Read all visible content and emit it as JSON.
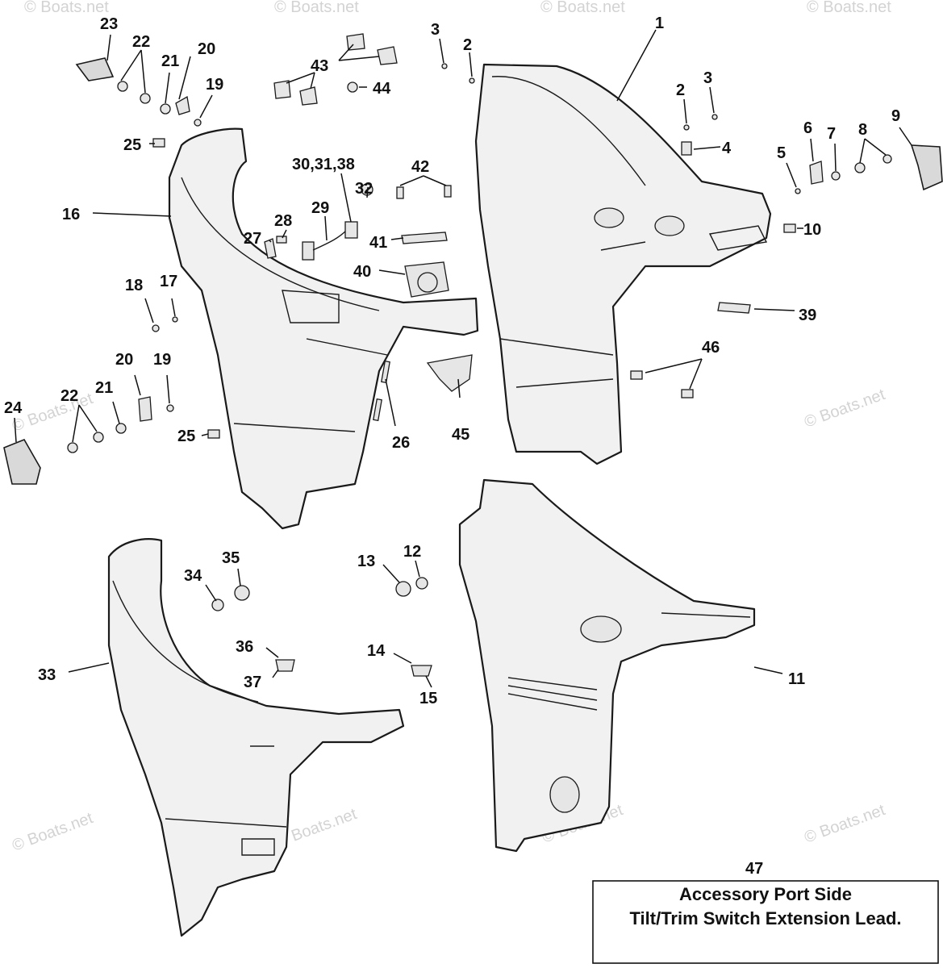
{
  "watermark": {
    "text": "© Boats.net"
  },
  "callouts": [
    {
      "id": "c1",
      "label": "1"
    },
    {
      "id": "c2a",
      "label": "2"
    },
    {
      "id": "c2b",
      "label": "2"
    },
    {
      "id": "c3a",
      "label": "3"
    },
    {
      "id": "c3b",
      "label": "3"
    },
    {
      "id": "c4",
      "label": "4"
    },
    {
      "id": "c5",
      "label": "5"
    },
    {
      "id": "c6",
      "label": "6"
    },
    {
      "id": "c7",
      "label": "7"
    },
    {
      "id": "c8",
      "label": "8"
    },
    {
      "id": "c9",
      "label": "9"
    },
    {
      "id": "c10",
      "label": "10"
    },
    {
      "id": "c11",
      "label": "11"
    },
    {
      "id": "c12",
      "label": "12"
    },
    {
      "id": "c13",
      "label": "13"
    },
    {
      "id": "c14",
      "label": "14"
    },
    {
      "id": "c15",
      "label": "15"
    },
    {
      "id": "c16",
      "label": "16"
    },
    {
      "id": "c17",
      "label": "17"
    },
    {
      "id": "c18",
      "label": "18"
    },
    {
      "id": "c19a",
      "label": "19"
    },
    {
      "id": "c19b",
      "label": "19"
    },
    {
      "id": "c20a",
      "label": "20"
    },
    {
      "id": "c20b",
      "label": "20"
    },
    {
      "id": "c21a",
      "label": "21"
    },
    {
      "id": "c21b",
      "label": "21"
    },
    {
      "id": "c22a",
      "label": "22"
    },
    {
      "id": "c22b",
      "label": "22"
    },
    {
      "id": "c23",
      "label": "23"
    },
    {
      "id": "c24",
      "label": "24"
    },
    {
      "id": "c25a",
      "label": "25"
    },
    {
      "id": "c25b",
      "label": "25"
    },
    {
      "id": "c26",
      "label": "26"
    },
    {
      "id": "c27",
      "label": "27"
    },
    {
      "id": "c28",
      "label": "28"
    },
    {
      "id": "c29",
      "label": "29"
    },
    {
      "id": "c30",
      "label": "30,31,38"
    },
    {
      "id": "c32",
      "label": "32"
    },
    {
      "id": "c33",
      "label": "33"
    },
    {
      "id": "c34",
      "label": "34"
    },
    {
      "id": "c35",
      "label": "35"
    },
    {
      "id": "c36",
      "label": "36"
    },
    {
      "id": "c37",
      "label": "37"
    },
    {
      "id": "c39",
      "label": "39"
    },
    {
      "id": "c40",
      "label": "40"
    },
    {
      "id": "c41",
      "label": "41"
    },
    {
      "id": "c42",
      "label": "42"
    },
    {
      "id": "c43",
      "label": "43"
    },
    {
      "id": "c44",
      "label": "44"
    },
    {
      "id": "c45",
      "label": "45"
    },
    {
      "id": "c46",
      "label": "46"
    },
    {
      "id": "c47",
      "label": "47"
    }
  ],
  "note": {
    "line1": "Accessory Port Side",
    "line2": "Tilt/Trim Switch Extension Lead."
  }
}
